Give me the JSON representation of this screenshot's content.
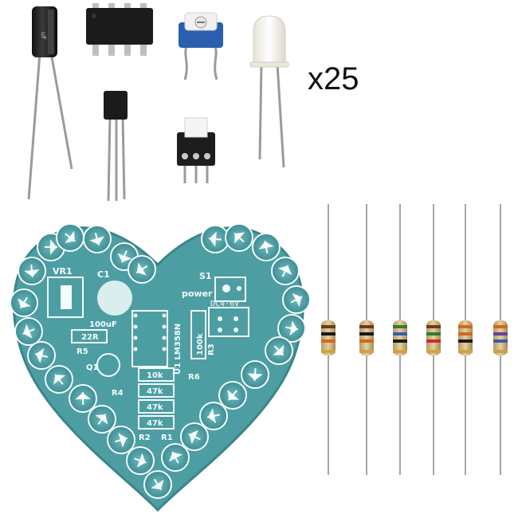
{
  "product": {
    "quantity_label": "x25"
  },
  "components": {
    "capacitor_marking": "uF",
    "ic_marking": "",
    "led_color": "#f2efe6"
  },
  "pcb": {
    "board_color": "#4d9ea3",
    "labels": {
      "vr1": "VR1",
      "c1": "C1",
      "s1": "S1",
      "power": "power",
      "dc": "DC4-6V",
      "cap_value": "100uF",
      "r5_value": "22R",
      "r5": "R5",
      "q1": "Q1",
      "ic": "U1 LM358N",
      "r3_value": "100k",
      "r3": "R3",
      "r6": "R6",
      "r4": "R4",
      "r2": "R2",
      "r1": "R1",
      "res_10k": "10k",
      "res_47k_a": "47k",
      "res_47k_b": "47k",
      "res_47k_c": "47k"
    }
  },
  "resistor_strip": {
    "count": 6
  }
}
